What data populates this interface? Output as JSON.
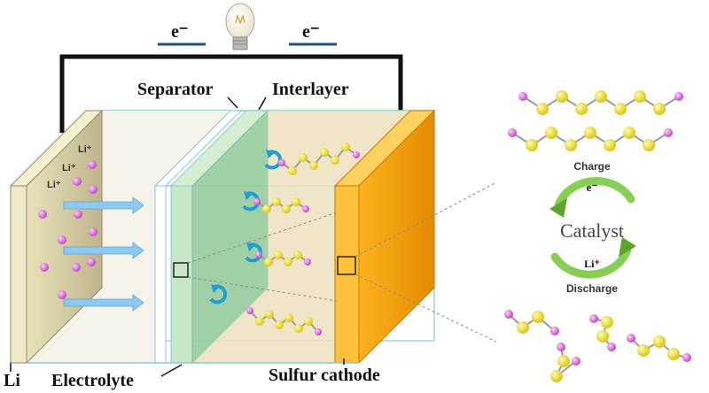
{
  "labels": {
    "electron_left": "e⁻",
    "electron_right": "e⁻",
    "separator": "Separator",
    "interlayer": "Interlayer",
    "li": "Li",
    "electrolyte": "Electrolyte",
    "sulfur_cathode": "Sulfur cathode",
    "li_ion": "Li⁺"
  },
  "catalyst_cycle": {
    "charge": "Charge",
    "discharge": "Discharge",
    "catalyst": "Catalyst",
    "electron": "e⁻",
    "li_ion": "Li⁺"
  },
  "colors": {
    "sulfur": "#f2e23a",
    "lithium_atom": "#e060e0",
    "cathode": "#f5a316",
    "interlayer": "#5fbf8a",
    "arrow_ion": "#8ec9f0",
    "cycle_arrow": "#7ac943"
  },
  "icons": [
    "light-bulb-icon",
    "circular-arrow-icon",
    "ion-arrow-icon"
  ]
}
